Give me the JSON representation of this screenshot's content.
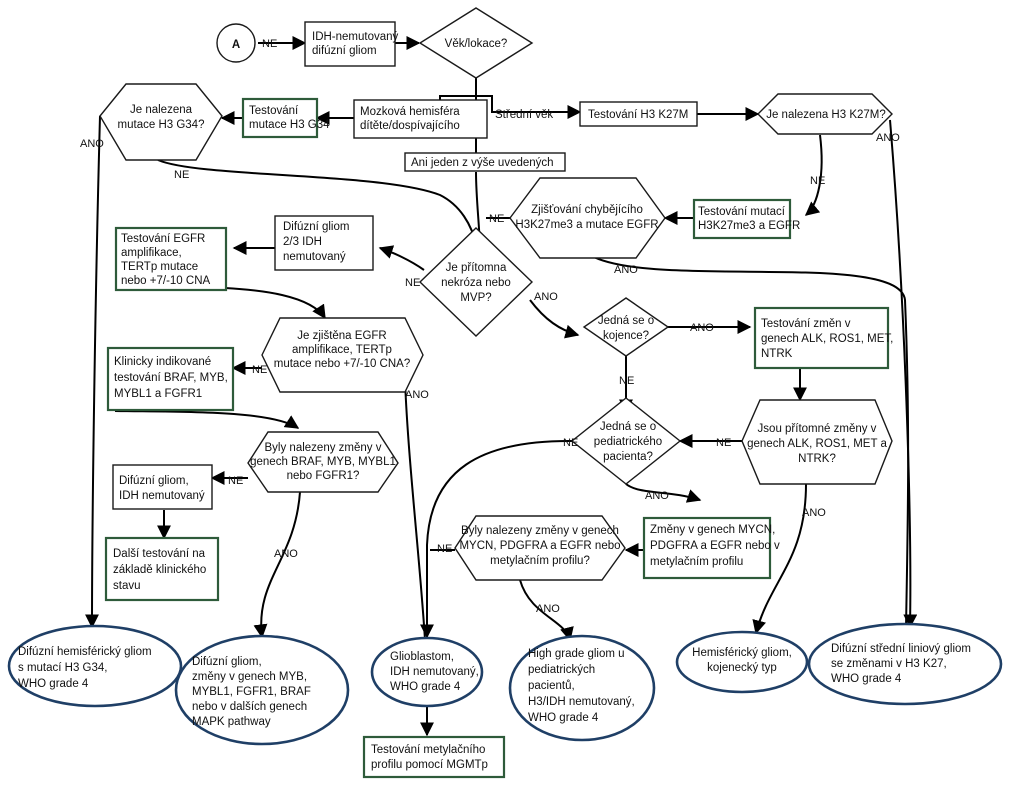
{
  "nodes": {
    "start": "A",
    "n_idh": [
      "IDH-nemutovaný",
      "difúzní gliom"
    ],
    "n_vek": [
      "Věk/lokace?"
    ],
    "n_mozkova": [
      "Mozková hemisféra",
      "dítěte/dospívajícího"
    ],
    "n_test_g34": [
      "Testování",
      "mutace H3 G34"
    ],
    "n_je_g34": [
      "Je nalezena",
      "mutace H3 G34?"
    ],
    "n_stredni": [
      "Střední věk"
    ],
    "n_test_k27m": [
      "Testování H3 K27M"
    ],
    "n_je_k27m": [
      "Je nalezena H3  K27M?"
    ],
    "n_ani": [
      "Ani jeden z výše uvedených"
    ],
    "n_test_mutaci": [
      "Testování mutací",
      "H3K27me3 a EGFR"
    ],
    "n_zjistovani": [
      "Zjišťování chybějícího",
      "H3K27me3 a mutace EGFR"
    ],
    "n_dg23": [
      "Difúzní gliom",
      "2/3 IDH",
      "nemutovaný"
    ],
    "n_test_egfr": [
      "Testování EGFR",
      "amplifikace,",
      "TERTp mutace",
      "nebo +7/-10 CNA"
    ],
    "n_nekroza": [
      "Je přítomna",
      "nekróza nebo",
      "MVP?"
    ],
    "n_je_egfr": [
      "Je zjištěna EGFR",
      "amplifikace, TERTp",
      "mutace nebo +7/-10 CNA?"
    ],
    "n_klinicky": [
      "Klinicky indikované",
      "testování BRAF, MYB,",
      "MYBL1 a FGFR1"
    ],
    "n_kojence": [
      "Jedná se o",
      "kojence?"
    ],
    "n_test_alk": [
      "Testování změn v",
      "genech ALK, ROS1, MET,",
      "NTRK"
    ],
    "n_byly_braf": [
      "Byly nalezeny změny v",
      "genech BRAF, MYB, MYBL1",
      "nebo FGFR1?"
    ],
    "n_dg_idh": [
      "Difúzní gliom,",
      "IDH nemutovaný"
    ],
    "n_dalsi": [
      "Další testování na",
      "základě klinického",
      "stavu"
    ],
    "n_pediatr": [
      "Jedná se o",
      "pediatrického",
      "pacienta?"
    ],
    "n_jsou_alk": [
      "Jsou přítomné změny v",
      "genech ALK, ROS1, MET a",
      "NTRK?"
    ],
    "n_zmeny_mycn": [
      "Změny v genech MYCN,",
      "PDGFRA a EGFR nebo v",
      "metylačním profilu"
    ],
    "n_byly_mycn": [
      "Byly nalezeny změny v genech",
      "MYCN, PDGFRA a EGFR nebo",
      "metylačním profilu?"
    ],
    "o_hemi_g34": [
      "Difúzní hemisférický gliom",
      "s mutací H3 G34,",
      "WHO grade 4"
    ],
    "o_dg_myb": [
      "Difúzní gliom,",
      "změny v genech MYB,",
      "MYBL1, FGFR1, BRAF",
      "nebo v dalších genech",
      "MAPK pathway"
    ],
    "o_gbm": [
      "Glioblastom,",
      "IDH  nemutovaný,",
      "WHO grade 4"
    ],
    "o_hgg": [
      "High grade gliom u",
      "pediatrických",
      "pacientů,",
      "H3/IDH nemutovaný,",
      "WHO grade 4"
    ],
    "o_hemi_koj": [
      "Hemisférický gliom,",
      "kojenecký       typ"
    ],
    "o_midline": [
      "Difúzní střední liniový gliom",
      "se změnami v H3 K27,",
      "WHO grade 4"
    ],
    "n_mgmt": [
      "Testování metylačního",
      "profilu pomocí MGMTp"
    ]
  },
  "edge_labels": {
    "start_ne": "NE",
    "g34_ano": "ANO",
    "g34_ne": "NE",
    "k27m_ano": "ANO",
    "k27m_ne": "NE",
    "zjist_ne": "NE",
    "zjist_ano": "ANO",
    "nekroza_ne": "NE",
    "nekroza_ano": "ANO",
    "egfr_ne": "NE",
    "egfr_ano": "ANO",
    "kojence_ano": "ANO",
    "kojence_ne": "NE",
    "braf_ne": "NE",
    "braf_ano": "ANO",
    "pediatr_ne": "NE",
    "pediatr_ano": "ANO",
    "alk_ne": "NE",
    "alk_ano": "ANO",
    "mycn_ne": "NE",
    "mycn_ano": "ANO"
  },
  "colors": {
    "line": "#000000",
    "box_border": "#1a1a1a",
    "green_border": "#2e5b3a",
    "oval_border": "#1f3f66"
  }
}
